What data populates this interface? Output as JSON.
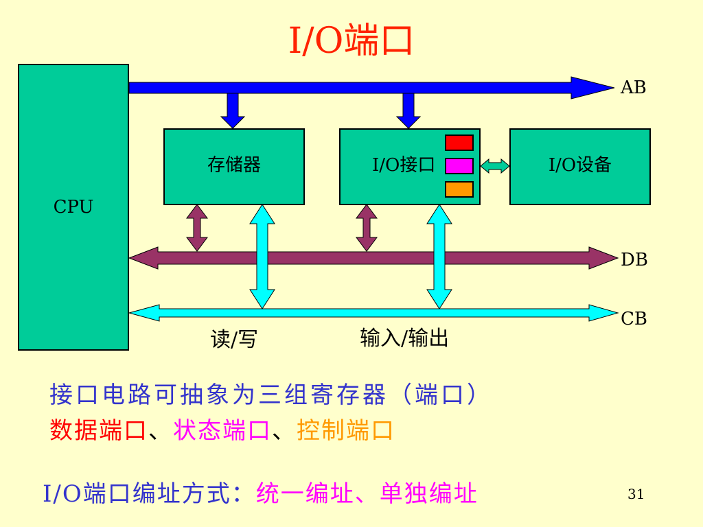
{
  "title": "I/O端口",
  "colors": {
    "background": "#FFFFCC",
    "box_fill": "#00CC99",
    "address_bus": "#0000FF",
    "data_bus": "#993366",
    "control_bus": "#00FFFF",
    "title": "#FF2200",
    "text_blue": "#3333CC",
    "data_port": "#FF0000",
    "status_port": "#FF00FF",
    "control_port": "#FF9900"
  },
  "diagram": {
    "cpu": "CPU",
    "memory": "存储器",
    "io_interface": "I/O接口",
    "io_device": "I/O设备",
    "bus_ab": "AB",
    "bus_db": "DB",
    "bus_cb": "CB",
    "read_write": "读/写",
    "input_output": "输入/输出"
  },
  "text": {
    "line1": "接口电路可抽象为三组寄存器（端口）",
    "data_port": "数据端口",
    "sep1": "、",
    "status_port": "状态端口",
    "sep2": "、",
    "control_port": "控制端口",
    "line3_prefix": "I/O端口编址方式：",
    "line3_suffix": "统一编址、单独编址"
  },
  "page_number": "31"
}
